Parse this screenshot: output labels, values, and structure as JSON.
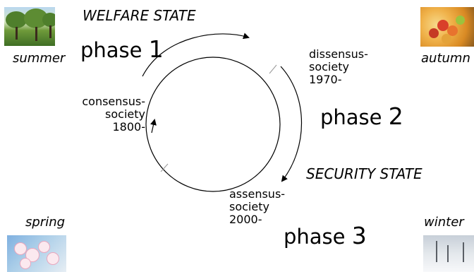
{
  "states": {
    "welfare": "WELFARE STATE",
    "security": "SECURITY STATE"
  },
  "phases": {
    "phase1": {
      "word": "phase",
      "num": "1"
    },
    "phase2": {
      "word": "phase",
      "num": "2"
    },
    "phase3": {
      "word": "phase",
      "num": "3"
    }
  },
  "societies": {
    "consensus": {
      "line1": "consensus-",
      "line2": "society",
      "line3": "1800-"
    },
    "dissensus": {
      "line1": "dissensus-",
      "line2": "society",
      "line3": "1970-"
    },
    "assensus": {
      "line1": "assensus-",
      "line2": "society",
      "line3": "2000-"
    }
  },
  "seasons": {
    "summer": "summer",
    "autumn": "autumn",
    "spring": "spring",
    "winter": "winter"
  },
  "photos": {
    "summer": "orchard-trees-photo",
    "autumn": "apple-basket-photo",
    "spring": "apple-blossom-photo",
    "winter": "snowy-field-photo"
  }
}
